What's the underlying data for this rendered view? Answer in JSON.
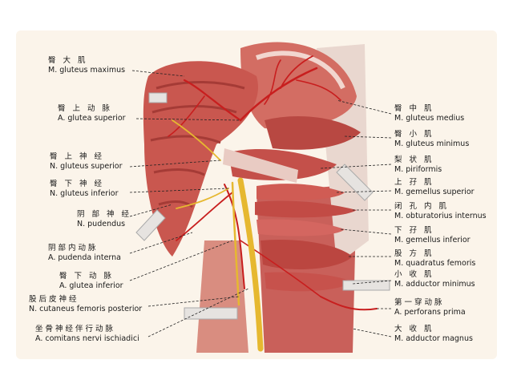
{
  "colors": {
    "background": "#fbf4ea",
    "muscle": "#c8544c",
    "muscle_dark": "#8e2a28",
    "artery": "#c81e1e",
    "nerve": "#e6b830",
    "tendon": "#e9d9d0",
    "leader": "#222222"
  },
  "labels": {
    "left": [
      {
        "zh": "臀 大 肌",
        "la": "M. gluteus maximus"
      },
      {
        "zh": "臀 上 动 脉",
        "la": "A. glutea superior"
      },
      {
        "zh": "臀 上 神 经",
        "la": "N. gluteus superior"
      },
      {
        "zh": "臀 下 神 经",
        "la": "N. gluteus inferior"
      },
      {
        "zh": "阴 部 神 经",
        "la": "N. pudendus"
      },
      {
        "zh": "阴部内动脉",
        "la": "A. pudenda interna"
      },
      {
        "zh": "臀 下 动 脉",
        "la": "A. glutea inferior"
      },
      {
        "zh": "股后皮神经",
        "la": "N. cutaneus femoris posterior"
      },
      {
        "zh": "坐骨神经伴行动脉",
        "la": "A. comitans nervi ischiadici"
      }
    ],
    "right": [
      {
        "zh": "臀 中 肌",
        "la": "M. gluteus medius"
      },
      {
        "zh": "臀 小 肌",
        "la": "M. gluteus minimus"
      },
      {
        "zh": "梨 状 肌",
        "la": "M. piriformis"
      },
      {
        "zh": "上 孖 肌",
        "la": "M. gemellus superior"
      },
      {
        "zh": "闭 孔 内 肌",
        "la": "M. obturatorius internus"
      },
      {
        "zh": "下 孖 肌",
        "la": "M. gemellus inferior"
      },
      {
        "zh": "股 方 肌",
        "la": "M. quadratus femoris"
      },
      {
        "zh": "小 收 肌",
        "la": "M. adductor minimus"
      },
      {
        "zh": "第一穿动脉",
        "la": "A. perforans prima"
      },
      {
        "zh": "大 收 肌",
        "la": "M. adductor magnus"
      }
    ]
  }
}
